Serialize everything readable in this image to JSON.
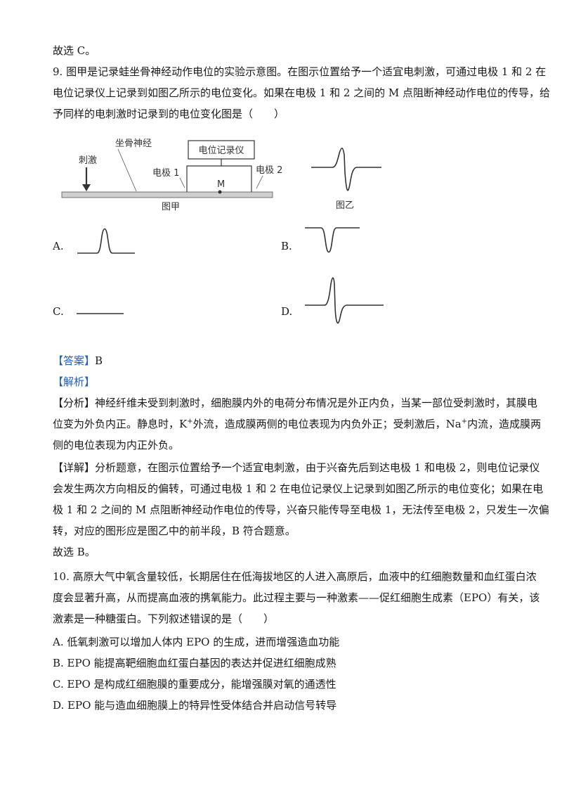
{
  "prev_conclusion": "故选 C。",
  "q9": {
    "lines": [
      "9. 图甲是记录蛙坐骨神经动作电位的实验示意图。在图示位置给予一个适宜电刺激，可通过电极 1 和 2 在",
      "电位记录仪上记录到如图乙所示的电位变化。如果在电极 1 和 2 之间的 M 点阻断神经动作电位的传导，给",
      "予同样的电刺激时记录到的电位变化图是（　　）"
    ],
    "figure": {
      "nerve_label": "坐骨神经",
      "stimulus_label": "刺激",
      "recorder_label": "电位记录仪",
      "electrode1_label": "电极 1",
      "electrode2_label": "电极 2",
      "point_label": "M",
      "caption_jia": "图甲",
      "caption_yi": "图乙"
    },
    "options": [
      {
        "label": "A.",
        "waveform": "single-upward-peak"
      },
      {
        "label": "B.",
        "waveform": "single-downward-trough"
      },
      {
        "label": "C.",
        "waveform": "flat-line"
      },
      {
        "label": "D.",
        "waveform": "up-then-down-biphasic"
      }
    ],
    "answer_tag": "【答案】",
    "answer": "B",
    "analysis_tag": "【解析】",
    "fenxi_tag": "【分析】",
    "fenxi_lines": [
      "神经纤维未受到刺激时，细胞膜内外的电荷分布情况是外正内负，当某一部位受刺激时，其膜电",
      "位变为外负内正。静息时，K",
      "外流，造成膜两侧的电位表现为内负外正；受刺激后，Na",
      "内流，造成膜两",
      "侧的电位表现为内正外负。"
    ],
    "sup_plus": "+",
    "xiangjie_tag": "【详解】",
    "xiangjie_lines": [
      "分析题意，在图示位置给予一个适宜电刺激，由于兴奋先后到达电极 1 和电极 2，则电位记录仪",
      "会发生两次方向相反的偏转，可通过电极 1 和 2 在电位记录仪上记录到如图乙所示的电位变化；如果在电",
      "极 1 和 2 之间的 M 点阻断神经动作电位的传导，兴奋只能传导至电极 1，无法传至电极 2，只发生一次偏",
      "转，对应的图形应是图乙中的前半段，B 符合题意。"
    ],
    "conclusion": "故选 B。"
  },
  "q10": {
    "lines": [
      "10. 高原大气中氧含量较低，长期居住在低海拔地区的人进入高原后，血液中的红细胞数量和血红蛋白浓",
      "度会显著升高，从而提高血液的携氧能力。此过程主要与一种激素——促红细胞生成素（EPO）有关，该",
      "激素是一种糖蛋白。下列叙述错误的是（　　）"
    ],
    "options": [
      "A. 低氧刺激可以增加人体内 EPO 的生成，进而增强造血功能",
      "B. EPO 能提高靶细胞血红蛋白基因的表达并促进红细胞成熟",
      "C. EPO 是构成红细胞膜的重要成分，能增强膜对氧的通透性",
      "D. EPO 能与造血细胞膜上的特异性受体结合并启动信号转导"
    ]
  }
}
